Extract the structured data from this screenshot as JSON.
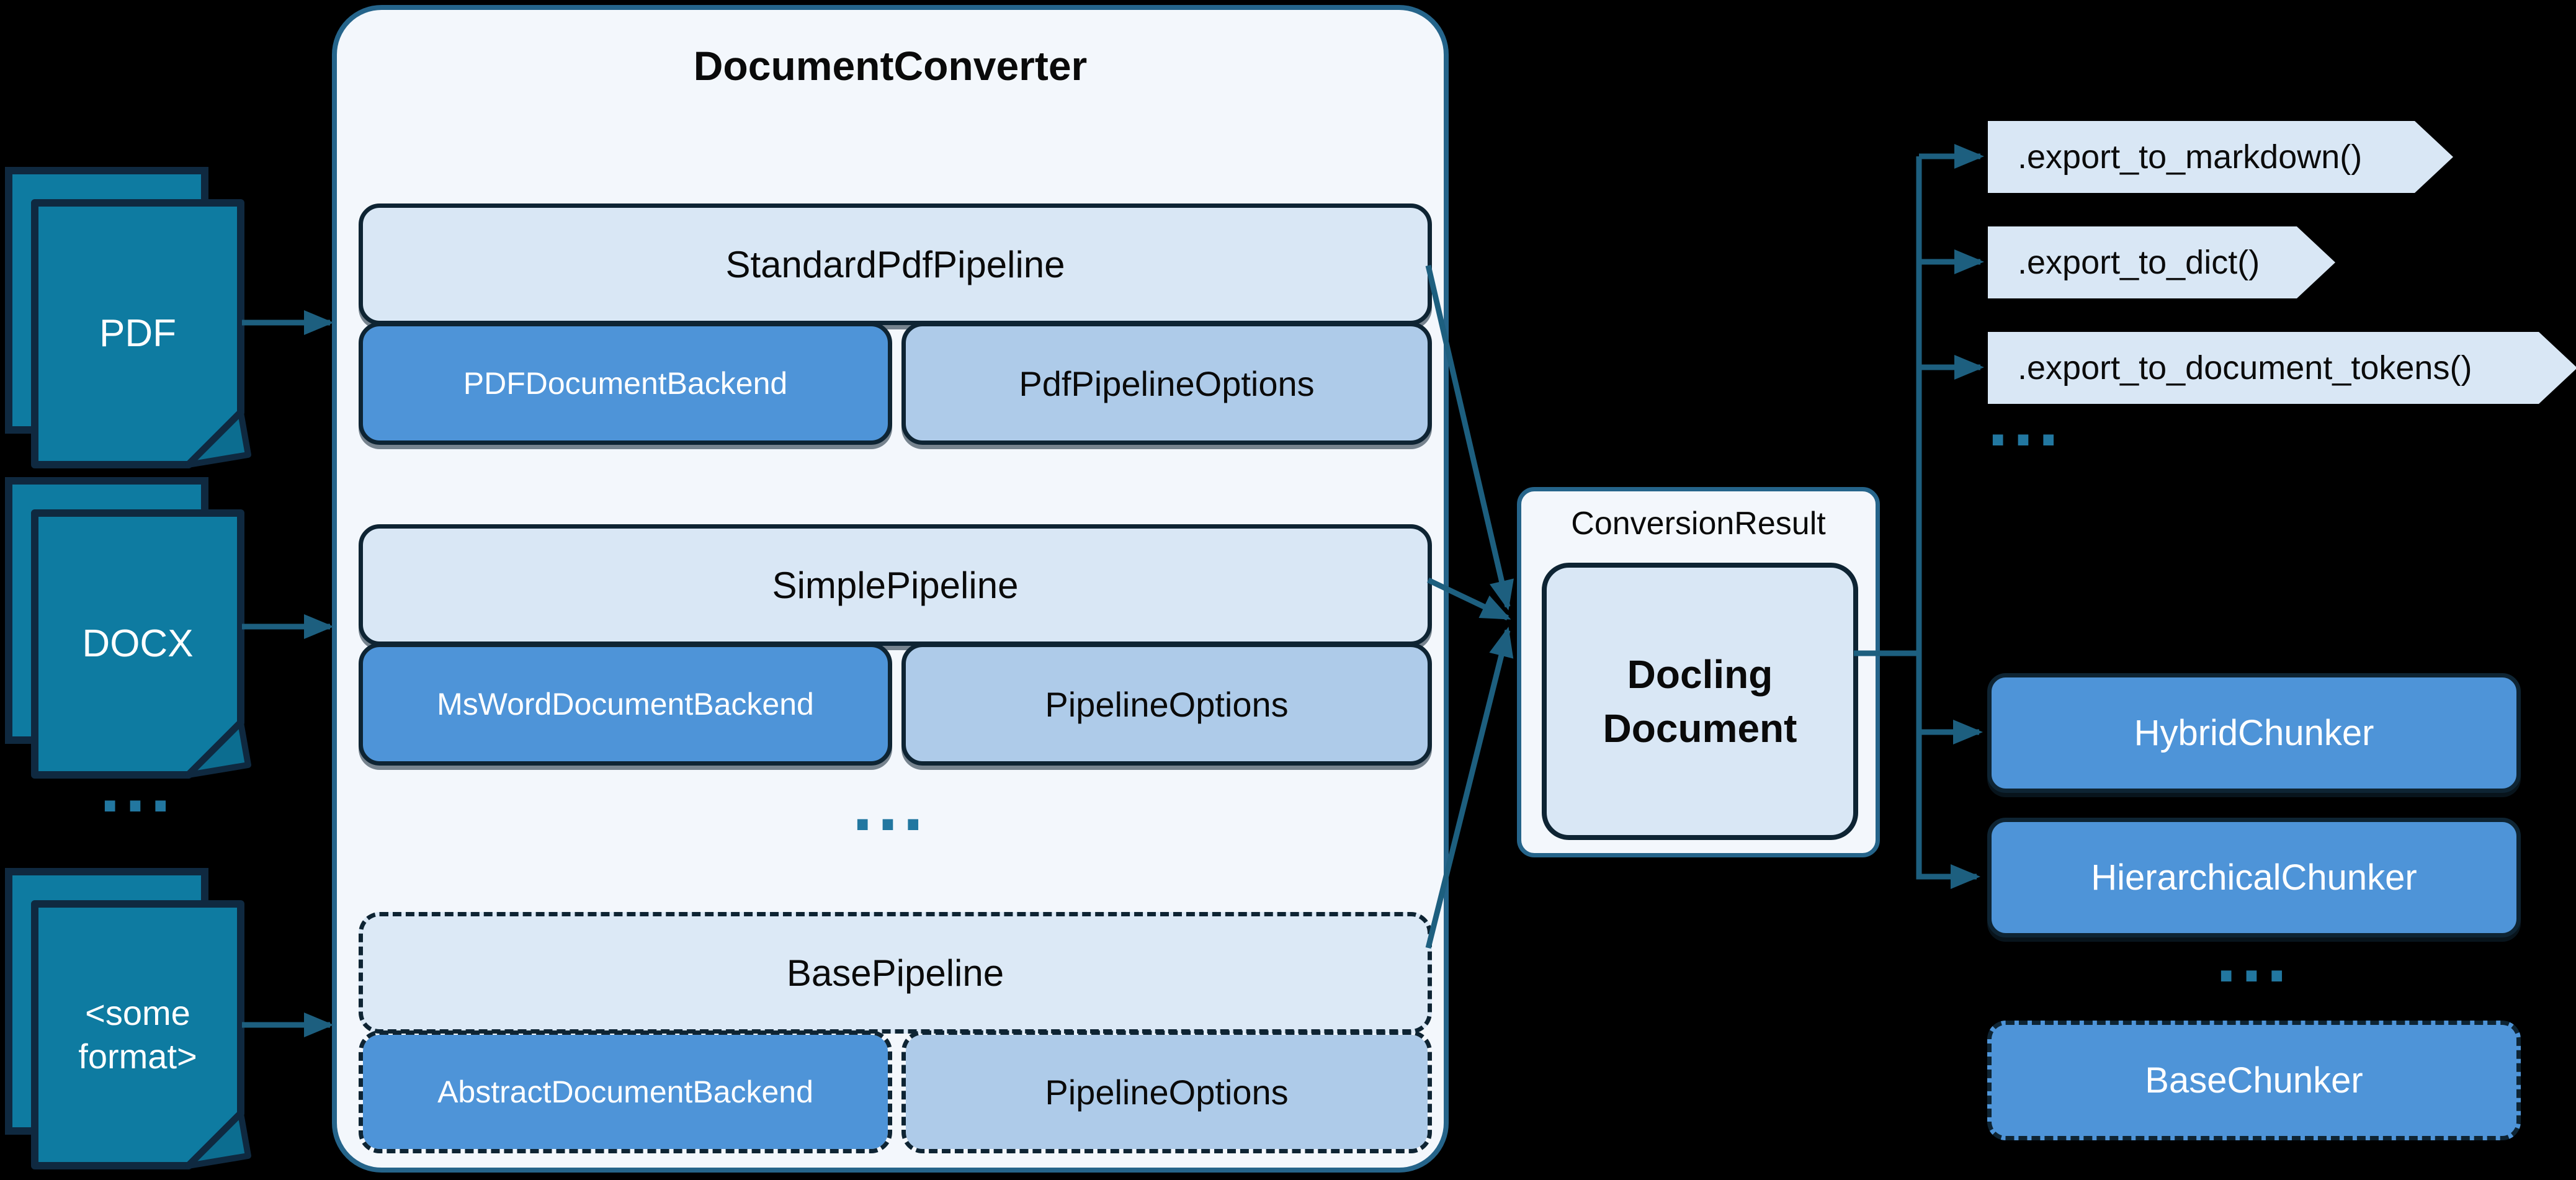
{
  "colors": {
    "background": "#000000",
    "arrow": "#1d5f7f",
    "container_border": "#25648a",
    "dark_border": "#0e2433",
    "light_box_fill": "#d9e7f5",
    "options_fill": "#aecbe9",
    "backend_fill": "#4e94d8",
    "doc_icon_fill": "#0e7ba1",
    "dots": "#2277a0"
  },
  "sources": {
    "items": [
      {
        "label": "PDF"
      },
      {
        "label": "DOCX"
      },
      {
        "line1": "<some",
        "line2": "format>"
      }
    ],
    "ellipsis": "..."
  },
  "converter": {
    "title": "DocumentConverter",
    "pipelines": [
      {
        "name": "StandardPdfPipeline",
        "backend": "PDFDocumentBackend",
        "options": "PdfPipelineOptions",
        "dashed": false
      },
      {
        "name": "SimplePipeline",
        "backend": "MsWordDocumentBackend",
        "options": "PipelineOptions",
        "dashed": false
      },
      {
        "name": "BasePipeline",
        "backend": "AbstractDocumentBackend",
        "options": "PipelineOptions",
        "dashed": true
      }
    ],
    "ellipsis": "..."
  },
  "result": {
    "label": "ConversionResult",
    "doc_line1": "Docling",
    "doc_line2": "Document"
  },
  "exports": {
    "items": [
      {
        "label": ".export_to_markdown()"
      },
      {
        "label": ".export_to_dict()"
      },
      {
        "label": ".export_to_document_tokens()"
      }
    ],
    "ellipsis": "..."
  },
  "chunkers": {
    "items": [
      {
        "label": "HybridChunker"
      },
      {
        "label": "HierarchicalChunker"
      },
      {
        "label": "BaseChunker"
      }
    ],
    "ellipsis": "..."
  }
}
